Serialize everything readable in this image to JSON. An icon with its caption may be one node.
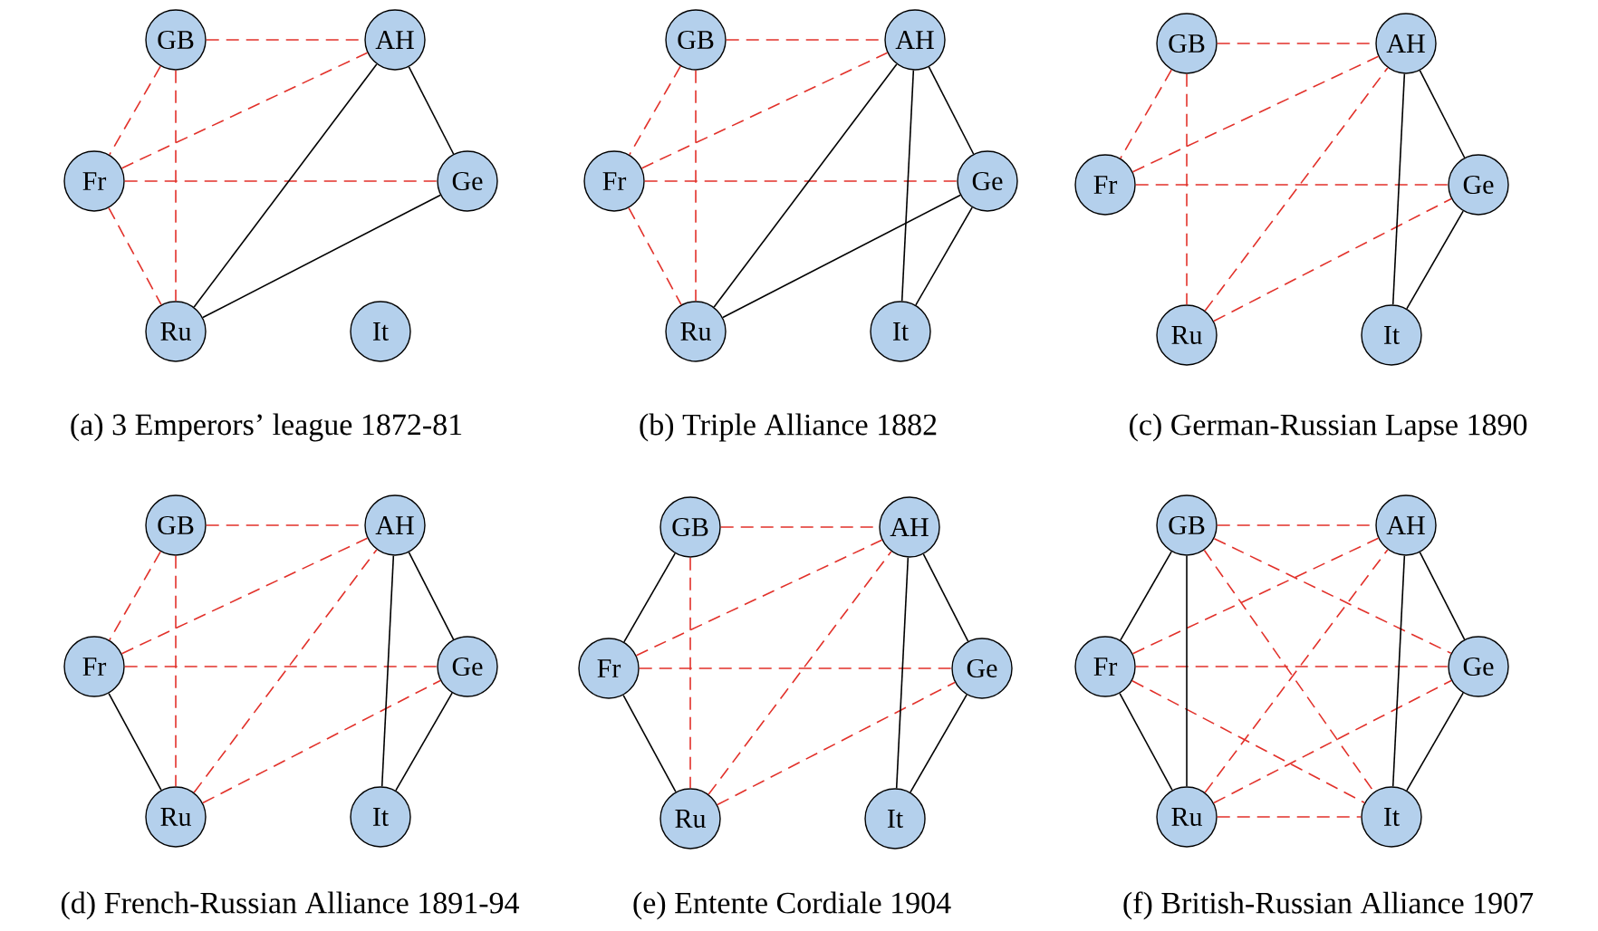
{
  "diagram": {
    "nodes": [
      {
        "text": [
          "GB"
        ]
      },
      {
        "text": [
          "AH"
        ]
      },
      {
        "text": [
          "Fr"
        ]
      },
      {
        "text": [
          "Ge"
        ]
      },
      {
        "text": [
          "Ru"
        ]
      },
      {
        "text": [
          "It"
        ]
      },
      {
        "text": [
          "GB"
        ]
      },
      {
        "text": [
          "AH"
        ]
      },
      {
        "text": [
          "Fr"
        ]
      },
      {
        "text": [
          "Ge"
        ]
      },
      {
        "text": [
          "Ru"
        ]
      },
      {
        "text": [
          "It"
        ]
      },
      {
        "text": [
          "GB"
        ]
      },
      {
        "text": [
          "AH"
        ]
      },
      {
        "text": [
          "Fr"
        ]
      },
      {
        "text": [
          "Ge"
        ]
      },
      {
        "text": [
          "Ru"
        ]
      },
      {
        "text": [
          "It"
        ]
      },
      {
        "text": [
          "GB"
        ]
      },
      {
        "text": [
          "AH"
        ]
      },
      {
        "text": [
          "Fr"
        ]
      },
      {
        "text": [
          "Ge"
        ]
      },
      {
        "text": [
          "Ru"
        ]
      },
      {
        "text": [
          "It"
        ]
      },
      {
        "text": [
          "GB"
        ]
      },
      {
        "text": [
          "AH"
        ]
      },
      {
        "text": [
          "Fr"
        ]
      },
      {
        "text": [
          "Ge"
        ]
      },
      {
        "text": [
          "Ru"
        ]
      },
      {
        "text": [
          "It"
        ]
      },
      {
        "text": [
          "GB"
        ]
      },
      {
        "text": [
          "AH"
        ]
      },
      {
        "text": [
          "Fr"
        ]
      },
      {
        "text": [
          "Ge"
        ]
      },
      {
        "text": [
          "Ru"
        ]
      },
      {
        "text": [
          "It"
        ]
      }
    ],
    "edges": [
      {
        "from": 0,
        "to": 1,
        "arrow": "none",
        "style": "dashed"
      },
      {
        "from": 0,
        "to": 2,
        "arrow": "none",
        "style": "dashed"
      },
      {
        "from": 0,
        "to": 4,
        "arrow": "none",
        "style": "dashed"
      },
      {
        "from": 2,
        "to": 1,
        "arrow": "none",
        "style": "dashed"
      },
      {
        "from": 2,
        "to": 3,
        "arrow": "none",
        "style": "dashed"
      },
      {
        "from": 2,
        "to": 4,
        "arrow": "none",
        "style": "dashed"
      },
      {
        "from": 1,
        "to": 3,
        "arrow": "none",
        "color": "#000000"
      },
      {
        "from": 1,
        "to": 4,
        "arrow": "none",
        "color": "#000000"
      },
      {
        "from": 3,
        "to": 4,
        "arrow": "none",
        "color": "#000000"
      },
      {
        "from": 6,
        "to": 7,
        "arrow": "none",
        "style": "dashed"
      },
      {
        "from": 6,
        "to": 8,
        "arrow": "none",
        "style": "dashed"
      },
      {
        "from": 6,
        "to": 10,
        "arrow": "none",
        "style": "dashed"
      },
      {
        "from": 8,
        "to": 7,
        "arrow": "none",
        "style": "dashed"
      },
      {
        "from": 8,
        "to": 9,
        "arrow": "none",
        "style": "dashed"
      },
      {
        "from": 8,
        "to": 10,
        "arrow": "none",
        "style": "dashed"
      },
      {
        "from": 7,
        "to": 10,
        "arrow": "none",
        "color": "#000000"
      },
      {
        "from": 7,
        "to": 9,
        "arrow": "none",
        "color": "#000000"
      },
      {
        "from": 7,
        "to": 11,
        "arrow": "none",
        "color": "#000000"
      },
      {
        "from": 9,
        "to": 10,
        "arrow": "none",
        "color": "#000000"
      },
      {
        "from": 9,
        "to": 11,
        "arrow": "none",
        "color": "#000000"
      },
      {
        "from": 12,
        "to": 13,
        "arrow": "none",
        "style": "dashed"
      },
      {
        "from": 12,
        "to": 14,
        "arrow": "none",
        "style": "dashed"
      },
      {
        "from": 12,
        "to": 16,
        "arrow": "none",
        "style": "dashed"
      },
      {
        "from": 14,
        "to": 13,
        "arrow": "none",
        "style": "dashed"
      },
      {
        "from": 14,
        "to": 15,
        "arrow": "none",
        "style": "dashed"
      },
      {
        "from": 16,
        "to": 13,
        "arrow": "none",
        "style": "dashed"
      },
      {
        "from": 16,
        "to": 15,
        "arrow": "none",
        "style": "dashed"
      },
      {
        "from": 13,
        "to": 15,
        "arrow": "none",
        "color": "#000000"
      },
      {
        "from": 13,
        "to": 17,
        "arrow": "none",
        "color": "#000000"
      },
      {
        "from": 15,
        "to": 17,
        "arrow": "none",
        "color": "#000000"
      },
      {
        "from": 18,
        "to": 19,
        "arrow": "none",
        "style": "dashed"
      },
      {
        "from": 18,
        "to": 20,
        "arrow": "none",
        "style": "dashed"
      },
      {
        "from": 18,
        "to": 22,
        "arrow": "none",
        "style": "dashed"
      },
      {
        "from": 20,
        "to": 19,
        "arrow": "none",
        "style": "dashed"
      },
      {
        "from": 20,
        "to": 21,
        "arrow": "none",
        "style": "dashed"
      },
      {
        "from": 22,
        "to": 19,
        "arrow": "none",
        "style": "dashed"
      },
      {
        "from": 22,
        "to": 21,
        "arrow": "none",
        "style": "dashed"
      },
      {
        "from": 20,
        "to": 22,
        "arrow": "none",
        "color": "#000000"
      },
      {
        "from": 19,
        "to": 21,
        "arrow": "none",
        "color": "#000000"
      },
      {
        "from": 19,
        "to": 23,
        "arrow": "none",
        "color": "#000000"
      },
      {
        "from": 21,
        "to": 23,
        "arrow": "none",
        "color": "#000000"
      },
      {
        "from": 24,
        "to": 25,
        "arrow": "none",
        "style": "dashed"
      },
      {
        "from": 24,
        "to": 28,
        "arrow": "none",
        "style": "dashed"
      },
      {
        "from": 26,
        "to": 25,
        "arrow": "none",
        "style": "dashed"
      },
      {
        "from": 26,
        "to": 27,
        "arrow": "none",
        "style": "dashed"
      },
      {
        "from": 28,
        "to": 25,
        "arrow": "none",
        "style": "dashed"
      },
      {
        "from": 28,
        "to": 27,
        "arrow": "none",
        "style": "dashed"
      },
      {
        "from": 24,
        "to": 26,
        "arrow": "none",
        "color": "#000000"
      },
      {
        "from": 26,
        "to": 28,
        "arrow": "none",
        "color": "#000000"
      },
      {
        "from": 25,
        "to": 27,
        "arrow": "none",
        "color": "#000000"
      },
      {
        "from": 25,
        "to": 29,
        "arrow": "none",
        "color": "#000000"
      },
      {
        "from": 27,
        "to": 29,
        "arrow": "none",
        "color": "#000000"
      },
      {
        "from": 30,
        "to": 31,
        "arrow": "none",
        "style": "dashed"
      },
      {
        "from": 30,
        "to": 33,
        "arrow": "none",
        "style": "dashed"
      },
      {
        "from": 30,
        "to": 35,
        "arrow": "none",
        "style": "dashed"
      },
      {
        "from": 32,
        "to": 31,
        "arrow": "none",
        "style": "dashed"
      },
      {
        "from": 32,
        "to": 33,
        "arrow": "none",
        "style": "dashed"
      },
      {
        "from": 32,
        "to": 35,
        "arrow": "none",
        "style": "dashed"
      },
      {
        "from": 34,
        "to": 31,
        "arrow": "none",
        "style": "dashed"
      },
      {
        "from": 34,
        "to": 33,
        "arrow": "none",
        "style": "dashed"
      },
      {
        "from": 34,
        "to": 35,
        "arrow": "none",
        "style": "dashed"
      },
      {
        "from": 30,
        "to": 32,
        "arrow": "none",
        "color": "#000000"
      },
      {
        "from": 30,
        "to": 34,
        "arrow": "none",
        "color": "#000000"
      },
      {
        "from": 32,
        "to": 34,
        "arrow": "none",
        "color": "#000000"
      },
      {
        "from": 31,
        "to": 35,
        "arrow": "none",
        "color": "#000000"
      },
      {
        "from": 31,
        "to": 33,
        "arrow": "none",
        "color": "#000000"
      },
      {
        "from": 33,
        "to": 35,
        "arrow": "none",
        "color": "#000000"
      }
    ],
    "labels": [
      "(a) 3 Emperors’ league 1872-81",
      "(b) Triple Alliance 1882",
      "(c) German-Russian Lapse 1890",
      "(d) French-Russian Alliance 1891-94",
      "(e) Entente Cordiale 1904",
      "(f) British-Russian Alliance 1907"
    ]
  }
}
